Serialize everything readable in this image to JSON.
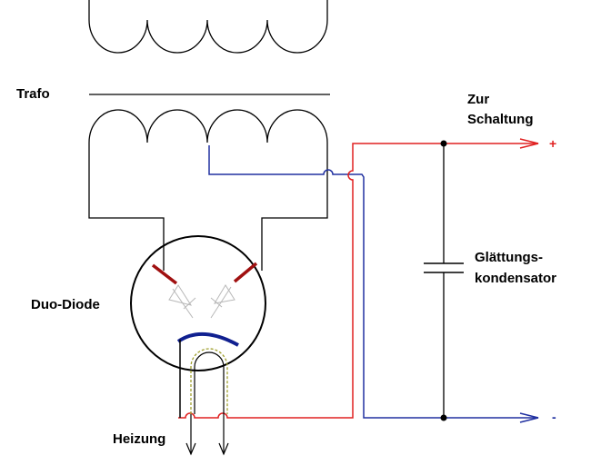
{
  "labels": {
    "trafo": "Trafo",
    "circuit_line1": "Zur",
    "circuit_line2": "Schaltung",
    "capacitor_line1": "Glättungs-",
    "capacitor_line2": "kondensator",
    "tube": "Duo-Diode",
    "heater": "Heizung",
    "plus": "+",
    "minus": "-"
  },
  "colors": {
    "wire": "#000000",
    "positive": "#e02020",
    "negative": "#2030a0",
    "anode": "#a01010",
    "cathode": "#102090",
    "filament": "#a0a030",
    "diode_symbol": "#b8b8b8"
  }
}
